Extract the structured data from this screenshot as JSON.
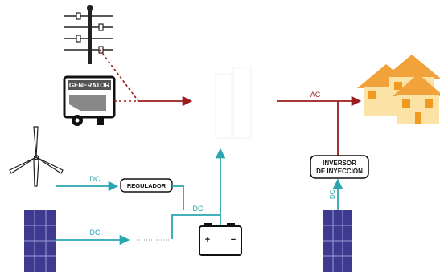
{
  "labels": {
    "generator": "GENERATOR",
    "regulador": "REGULADOR",
    "inversor_line1": "INVERSOR",
    "inversor_line2": "DE INYECCIÓN",
    "dc_wind": "DC",
    "dc_solar": "DC",
    "dc_battery": "DC",
    "dc_injection": "DC",
    "ac": "AC",
    "battery_plus": "+",
    "battery_minus": "−"
  },
  "colors": {
    "dc_line": "#2aa6b0",
    "ac_line": "#9b1c1c",
    "roof": "#f2a23a",
    "wall": "#fbe3a6",
    "solar_panel": "#3d3a8f",
    "dark": "#2b2b2b"
  },
  "icons": [
    "utility-pole-icon",
    "generator-icon",
    "wind-turbine-icon",
    "solar-panel-icon",
    "battery-icon",
    "houses-icon",
    "inverter-icon"
  ]
}
